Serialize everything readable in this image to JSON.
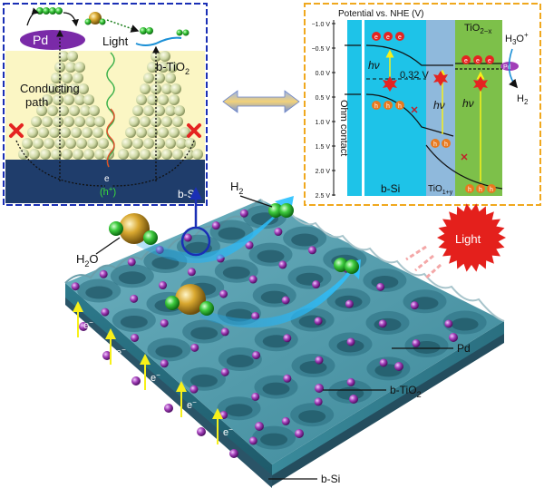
{
  "left_panel": {
    "pd_label": "Pd",
    "light_label": "Light",
    "tio2_label": "b-TiO",
    "tio2_sub": "2",
    "conducting_label_1": "Conducting",
    "conducting_label_2": "path",
    "electron_label": "e",
    "hole_label": "(h",
    "hole_sup": "+",
    "hole_close": ")",
    "si_label": "b-Si"
  },
  "right_panel": {
    "axis_title": "Potential vs. NHE (V)",
    "ticks": [
      "−1.0 V",
      "−0.5 V",
      "0.0 V",
      "0.5 V",
      "1.0 V",
      "1.5 V",
      "2.0 V",
      "2.5 V"
    ],
    "ohm_contact": "Ohm contact",
    "bsi_label": "b-Si",
    "tio1_label": "TiO",
    "tio1_sub": "1+y",
    "tio2x_label": "TiO",
    "tio2x_sub": "2−x",
    "hv_label": "hν",
    "voltage_label": "0.32 V",
    "e_label": "e",
    "h_label": "h",
    "h3o_label": "H",
    "h3o_sub": "3",
    "h3o_rest": "O",
    "h3o_sup": "+",
    "h2_label": "H",
    "h2_sub": "2",
    "pd_label": "Pd"
  },
  "main": {
    "h2_label": "H",
    "h2_sub": "2",
    "h2o_label": "H",
    "h2o_sub": "2",
    "h2o_rest": "O",
    "light_label": "Light",
    "electron_label": "e",
    "electron_sup": "−",
    "pd_label": "Pd",
    "btio2_label": "b-TiO",
    "btio2_sub": "2",
    "bsi_label": "b-Si"
  },
  "colors": {
    "left_border": "#1a2fb5",
    "right_border": "#f0a81e",
    "bsi_band": "#1ec3e8",
    "tio1_band": "#8fb9dc",
    "tio2x_band": "#7dc04a",
    "surface": "#4a98a8",
    "pd_sphere": "#a23fb8",
    "light_burst": "#e4201c"
  }
}
